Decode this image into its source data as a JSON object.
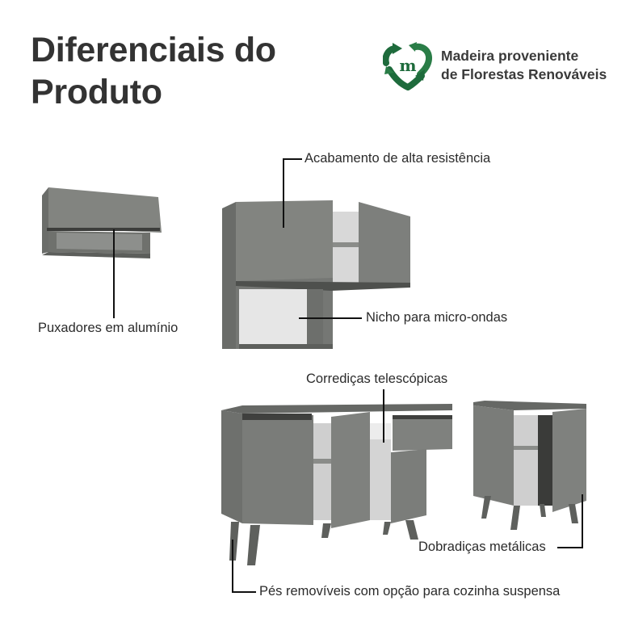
{
  "header": {
    "title_line1": "Diferenciais do",
    "title_line2": "Produto"
  },
  "badge": {
    "icon": "recycle-heart-m-icon",
    "line1": "Madeira proveniente",
    "line2": "de Florestas Renováveis",
    "color": "#1e6b3c"
  },
  "callouts": {
    "finish": "Acabamento de alta resistência",
    "handles": "Puxadores em alumínio",
    "microwave_niche": "Nicho para micro-ondas",
    "slides": "Corrediças telescópicas",
    "hinges": "Dobradiças metálicas",
    "feet": "Pés removíveis com opção para cozinha suspensa"
  },
  "colors": {
    "cabinet": "#7d7f7c",
    "cabinet_dark": "#5f615e",
    "interior": "#d9d9d9",
    "text": "#333333"
  }
}
